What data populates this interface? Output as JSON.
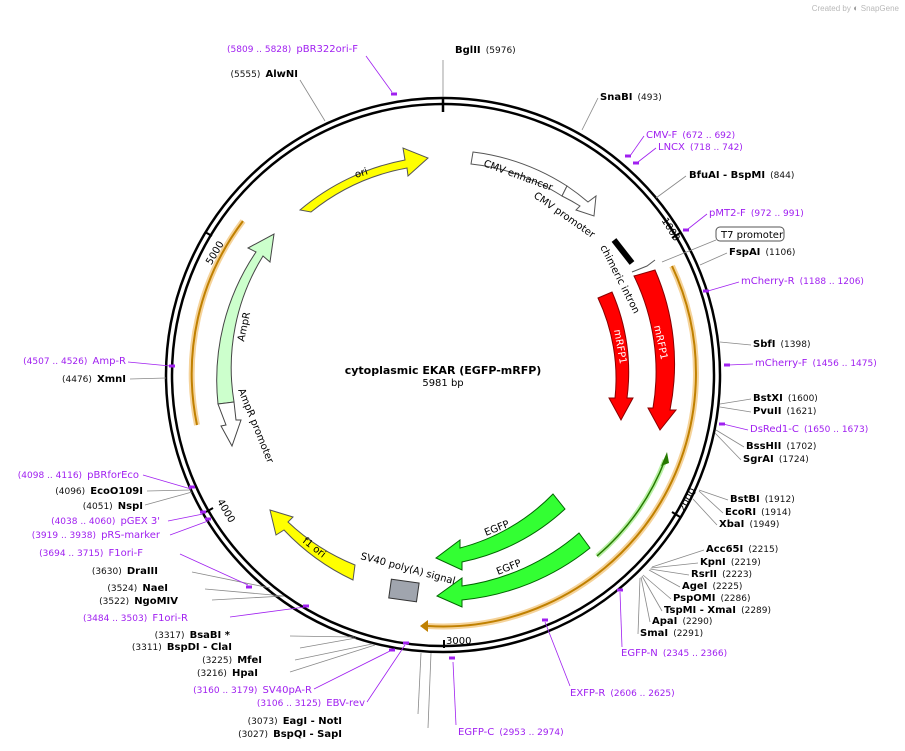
{
  "app": {
    "created_by": "Created by",
    "brand": "SnapGene"
  },
  "plasmid": {
    "name": "cytoplasmic EKAR (EGFP-mRFP)",
    "length": "5981 bp"
  },
  "ticks": [
    {
      "label": "1000",
      "pos": 1000
    },
    {
      "label": "2000",
      "pos": 2000
    },
    {
      "label": "3000",
      "pos": 3000
    },
    {
      "label": "4000",
      "pos": 4000
    },
    {
      "label": "5000",
      "pos": 5000
    }
  ],
  "features": [
    {
      "name": "ori",
      "color": "#ffff00"
    },
    {
      "name": "CMV enhancer",
      "color": "#ffffff"
    },
    {
      "name": "CMV promoter",
      "color": "#ffffff"
    },
    {
      "name": "T7 promoter",
      "color": "#ffffff"
    },
    {
      "name": "chimeric intron",
      "color": "#000000"
    },
    {
      "name": "mRFP1",
      "color": "#ff0000"
    },
    {
      "name": "mRFP1",
      "color": "#ff0000"
    },
    {
      "name": "EGFP",
      "color": "#00ff00"
    },
    {
      "name": "EGFP",
      "color": "#00ff00"
    },
    {
      "name": "SV40 poly(A) signal",
      "color": "#a0a5ae"
    },
    {
      "name": "f1 ori",
      "color": "#ffff00"
    },
    {
      "name": "AmpR",
      "color": "#ccffcc"
    },
    {
      "name": "AmpR promoter",
      "color": "#ffffff"
    }
  ],
  "labels": [
    {
      "t": "enzyme",
      "name": "BglII",
      "pos": "(5976)"
    },
    {
      "t": "enzyme",
      "name": "SnaBI",
      "pos": "(493)"
    },
    {
      "t": "primer",
      "name": "CMV-F",
      "pos": "(672 .. 692)"
    },
    {
      "t": "primer",
      "name": "LNCX",
      "pos": "(718 .. 742)"
    },
    {
      "t": "enzyme",
      "name": "BfuAI  - BspMI",
      "pos": "(844)"
    },
    {
      "t": "primer",
      "name": "pMT2-F",
      "pos": "(972 .. 991)"
    },
    {
      "t": "enzyme",
      "name": "FspAI",
      "pos": "(1106)"
    },
    {
      "t": "primer",
      "name": "mCherry-R",
      "pos": "(1188 .. 1206)"
    },
    {
      "t": "enzyme",
      "name": "SbfI",
      "pos": "(1398)"
    },
    {
      "t": "primer",
      "name": "mCherry-F",
      "pos": "(1456 .. 1475)"
    },
    {
      "t": "enzyme",
      "name": "BstXI",
      "pos": "(1600)"
    },
    {
      "t": "enzyme",
      "name": "PvuII",
      "pos": "(1621)"
    },
    {
      "t": "primer",
      "name": "DsRed1-C",
      "pos": "(1650 .. 1673)"
    },
    {
      "t": "enzyme",
      "name": "BssHII",
      "pos": "(1702)"
    },
    {
      "t": "enzyme",
      "name": "SgrAI",
      "pos": "(1724)"
    },
    {
      "t": "enzyme",
      "name": "BstBI",
      "pos": "(1912)"
    },
    {
      "t": "enzyme",
      "name": "EcoRI",
      "pos": "(1914)"
    },
    {
      "t": "enzyme",
      "name": "XbaI",
      "pos": "(1949)"
    },
    {
      "t": "enzyme",
      "name": "Acc65I",
      "pos": "(2215)"
    },
    {
      "t": "enzyme",
      "name": "KpnI",
      "pos": "(2219)"
    },
    {
      "t": "enzyme",
      "name": "RsrII",
      "pos": "(2223)"
    },
    {
      "t": "enzyme",
      "name": "AgeI",
      "pos": "(2225)"
    },
    {
      "t": "enzyme",
      "name": "PspOMI",
      "pos": "(2286)"
    },
    {
      "t": "enzyme",
      "name": "TspMI  - XmaI",
      "pos": "(2289)"
    },
    {
      "t": "enzyme",
      "name": "ApaI",
      "pos": "(2290)"
    },
    {
      "t": "enzyme",
      "name": "SmaI",
      "pos": "(2291)"
    },
    {
      "t": "primer",
      "name": "EGFP-N",
      "pos": "(2345 .. 2366)"
    },
    {
      "t": "primer",
      "name": "EXFP-R",
      "pos": "(2606 .. 2625)"
    },
    {
      "t": "primer",
      "name": "EGFP-C",
      "pos": "(2953 .. 2974)"
    },
    {
      "t": "enzyme",
      "name": "EagI  - NotI",
      "pos": "(3073)"
    },
    {
      "t": "enzyme",
      "name": "BspQI  - SapI",
      "pos": "(3027)"
    },
    {
      "t": "primer",
      "name": "EBV-rev",
      "pos": "(3106 .. 3125)"
    },
    {
      "t": "primer",
      "name": "SV40pA-R",
      "pos": "(3160 .. 3179)"
    },
    {
      "t": "enzyme",
      "name": "HpaI",
      "pos": "(3216)"
    },
    {
      "t": "enzyme",
      "name": "MfeI",
      "pos": "(3225)"
    },
    {
      "t": "enzyme",
      "name": "BspDI  - ClaI",
      "pos": "(3311)"
    },
    {
      "t": "enzyme",
      "name": "BsaBI *",
      "pos": "(3317)"
    },
    {
      "t": "primer",
      "name": "F1ori-R",
      "pos": "(3484 .. 3503)"
    },
    {
      "t": "enzyme",
      "name": "NgoMIV",
      "pos": "(3522)"
    },
    {
      "t": "enzyme",
      "name": "NaeI",
      "pos": "(3524)"
    },
    {
      "t": "enzyme",
      "name": "DraIII",
      "pos": "(3630)"
    },
    {
      "t": "primer",
      "name": "F1ori-F",
      "pos": "(3694 .. 3715)"
    },
    {
      "t": "primer",
      "name": "pRS-marker",
      "pos": "(3919 .. 3938)"
    },
    {
      "t": "primer",
      "name": "pGEX 3'",
      "pos": "(4038 .. 4060)"
    },
    {
      "t": "enzyme",
      "name": "NspI",
      "pos": "(4051)"
    },
    {
      "t": "enzyme",
      "name": "EcoO109I",
      "pos": "(4096)"
    },
    {
      "t": "primer",
      "name": "pBRforEco",
      "pos": "(4098 .. 4116)"
    },
    {
      "t": "enzyme",
      "name": "XmnI",
      "pos": "(4476)"
    },
    {
      "t": "primer",
      "name": "Amp-R",
      "pos": "(4507 .. 4526)"
    },
    {
      "t": "enzyme",
      "name": "AlwNI",
      "pos": "(5555)"
    },
    {
      "t": "primer",
      "name": "pBR322ori-F",
      "pos": "(5809 .. 5828)"
    }
  ]
}
